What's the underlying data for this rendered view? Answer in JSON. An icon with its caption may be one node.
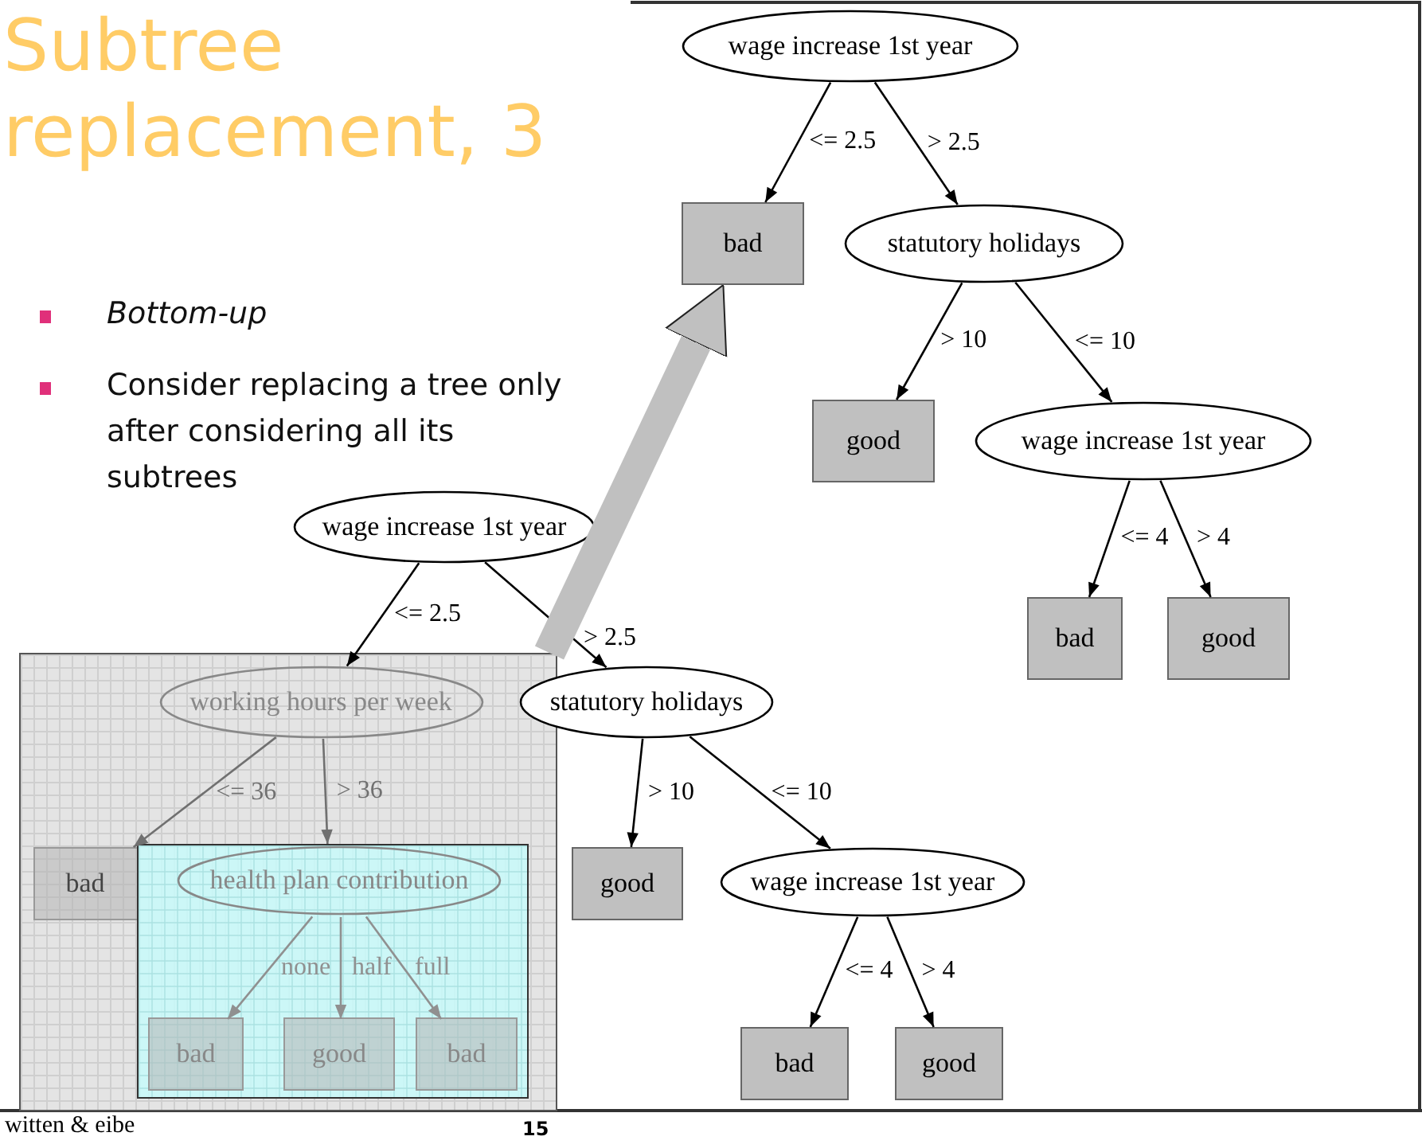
{
  "diagram": {
    "title": "Subtree replacement, 3",
    "nodes": [
      {
        "text": [
          "wage increase 1st year"
        ]
      },
      {
        "text": [
          "bad"
        ]
      },
      {
        "text": [
          "statutory holidays"
        ]
      },
      {
        "text": [
          "good"
        ]
      },
      {
        "text": [
          "wage increase 1st year"
        ]
      },
      {
        "text": [
          "bad"
        ]
      },
      {
        "text": [
          "good"
        ]
      },
      {
        "text": [
          "wage increase 1st year"
        ]
      },
      {
        "text": [],
        "shape": "box"
      },
      {
        "text": [
          "working hours per week"
        ],
        "in": 8
      },
      {
        "text": [
          "bad"
        ],
        "in": 8
      },
      {
        "text": [],
        "shape": "box",
        "in": 8
      },
      {
        "text": [
          "health plan contribution"
        ],
        "in": 11
      },
      {
        "text": [
          "bad"
        ],
        "in": 11
      },
      {
        "text": [
          "good"
        ],
        "in": 11
      },
      {
        "text": [
          "bad"
        ],
        "in": 11
      },
      {
        "text": [
          "statutory holidays"
        ]
      },
      {
        "text": [
          "good"
        ]
      },
      {
        "text": [
          "wage increase 1st year"
        ]
      },
      {
        "text": [
          "bad"
        ]
      },
      {
        "text": [
          "good"
        ]
      }
    ],
    "edges": [
      {
        "from": 0,
        "to": 1,
        "arrow": "to",
        "label": "<= 2.5"
      },
      {
        "from": 0,
        "to": 2,
        "arrow": "to",
        "label": "> 2.5"
      },
      {
        "from": 2,
        "to": 3,
        "arrow": "to",
        "label": "> 10"
      },
      {
        "from": 2,
        "to": 4,
        "arrow": "to",
        "label": "<= 10"
      },
      {
        "from": 4,
        "to": 5,
        "arrow": "to",
        "label": "<= 4"
      },
      {
        "from": 4,
        "to": 6,
        "arrow": "to",
        "label": "> 4"
      },
      {
        "from": 7,
        "to": 9,
        "arrow": "to",
        "label": "<= 2.5"
      },
      {
        "from": 7,
        "to": 16,
        "arrow": "to",
        "label": "> 2.5"
      },
      {
        "from": 9,
        "to": 10,
        "arrow": "to",
        "label": "<= 36",
        "color": "#707070"
      },
      {
        "from": 9,
        "to": 11,
        "arrow": "to",
        "label": "> 36",
        "color": "#707070"
      },
      {
        "from": 12,
        "to": 13,
        "arrow": "to",
        "label": "none",
        "color": "#909090"
      },
      {
        "from": 12,
        "to": 14,
        "arrow": "to",
        "label": "half",
        "color": "#909090"
      },
      {
        "from": 12,
        "to": 15,
        "arrow": "to",
        "label": "full",
        "color": "#909090"
      },
      {
        "from": 16,
        "to": 17,
        "arrow": "to",
        "label": "> 10"
      },
      {
        "from": 16,
        "to": 18,
        "arrow": "to",
        "label": "<= 10"
      },
      {
        "from": 18,
        "to": 19,
        "arrow": "to",
        "label": "<= 4"
      },
      {
        "from": 18,
        "to": 20,
        "arrow": "to",
        "label": "> 4"
      },
      {
        "from": 8,
        "to": 1,
        "arrow": "to",
        "style": "thick",
        "color": "#c0c0c0"
      }
    ],
    "labels": [
      "Bottom-up",
      "Consider replacing a tree only after considering all its subtrees",
      "witten & eibe",
      "15"
    ]
  }
}
